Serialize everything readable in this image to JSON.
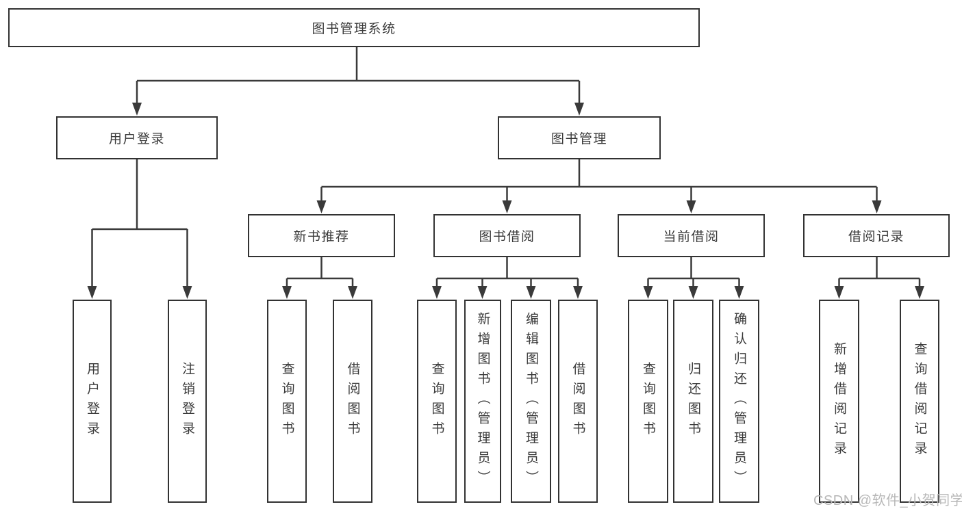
{
  "nodes": {
    "root": {
      "label": "图书管理系统"
    },
    "user_login": {
      "label": "用户登录"
    },
    "book_mgmt": {
      "label": "图书管理"
    },
    "new_book_rec": {
      "label": "新书推荐"
    },
    "book_borrow": {
      "label": "图书借阅"
    },
    "current_borrow": {
      "label": "当前借阅"
    },
    "borrow_records": {
      "label": "借阅记录"
    },
    "leaf_user_login": {
      "label": "用户登录"
    },
    "leaf_logout": {
      "label": "注销登录"
    },
    "leaf_query_book_rec": {
      "label": "查询图书"
    },
    "leaf_borrow_book_rec": {
      "label": "借阅图书"
    },
    "leaf_query_book_borrow": {
      "label": "查询图书"
    },
    "leaf_add_book_admin": {
      "label": "新增图书（管理员）"
    },
    "leaf_edit_book_admin": {
      "label": "编辑图书（管理员）"
    },
    "leaf_borrow_book_borrow": {
      "label": "借阅图书"
    },
    "leaf_query_book_current": {
      "label": "查询图书"
    },
    "leaf_return_book": {
      "label": "归还图书"
    },
    "leaf_confirm_return_admin": {
      "label": "确认归还（管理员）"
    },
    "leaf_add_borrow_record": {
      "label": "新增借阅记录"
    },
    "leaf_query_borrow_record": {
      "label": "查询借阅记录"
    }
  },
  "hierarchy": {
    "图书管理系统": {
      "用户登录": [
        "用户登录",
        "注销登录"
      ],
      "图书管理": {
        "新书推荐": [
          "查询图书",
          "借阅图书"
        ],
        "图书借阅": [
          "查询图书",
          "新增图书（管理员）",
          "编辑图书（管理员）",
          "借阅图书"
        ],
        "当前借阅": [
          "查询图书",
          "归还图书",
          "确认归还（管理员）"
        ],
        "借阅记录": [
          "新增借阅记录",
          "查询借阅记录"
        ]
      }
    }
  },
  "watermark": {
    "text": "CSDN @软件_小贺同学"
  },
  "colors": {
    "background": "#ffffff",
    "box_border": "#323232",
    "connector": "#3a3a3a",
    "text": "#3a3a3a",
    "watermark": "#b7b7b7"
  }
}
